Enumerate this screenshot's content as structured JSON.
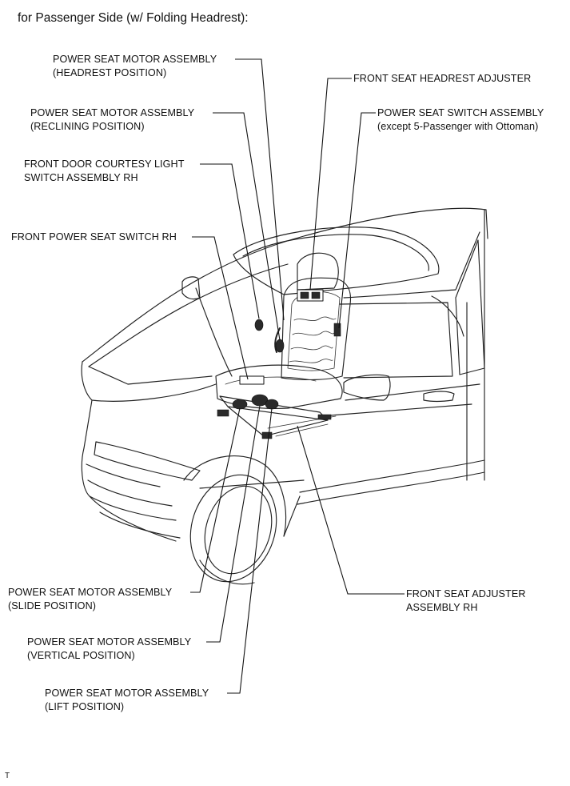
{
  "title": "for Passenger Side (w/ Folding Headrest):",
  "labels": {
    "motor_headrest": [
      "POWER SEAT MOTOR ASSEMBLY",
      "(HEADREST POSITION)"
    ],
    "headrest_adjuster": [
      "FRONT SEAT HEADREST ADJUSTER"
    ],
    "motor_reclining": [
      "POWER SEAT MOTOR ASSEMBLY",
      "(RECLINING POSITION)"
    ],
    "seat_switch_assy": [
      "POWER SEAT SWITCH ASSEMBLY",
      "(except 5-Passenger with Ottoman)"
    ],
    "door_courtesy": [
      "FRONT DOOR COURTESY LIGHT",
      "SWITCH ASSEMBLY RH"
    ],
    "power_seat_switch_rh": [
      "FRONT POWER SEAT SWITCH RH"
    ],
    "motor_slide": [
      "POWER SEAT MOTOR ASSEMBLY",
      "(SLIDE POSITION)"
    ],
    "seat_adjuster": [
      "FRONT SEAT ADJUSTER",
      "ASSEMBLY RH"
    ],
    "motor_vertical": [
      "POWER SEAT MOTOR ASSEMBLY",
      "(VERTICAL POSITION)"
    ],
    "motor_lift": [
      "POWER SEAT MOTOR ASSEMBLY",
      "(LIFT POSITION)"
    ]
  },
  "footer": "T"
}
